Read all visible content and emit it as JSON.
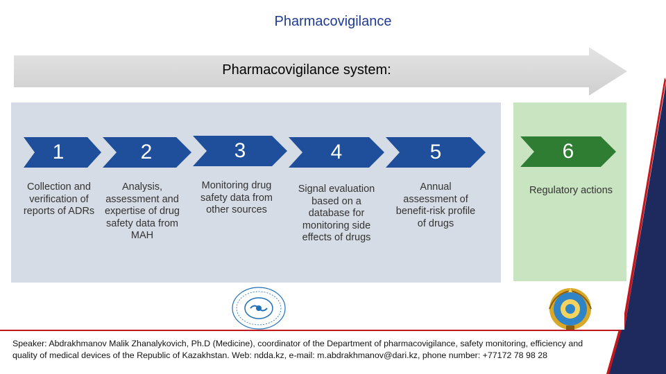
{
  "slide": {
    "title": "Pharmacovigilance",
    "system_label": "Pharmacovigilance system:"
  },
  "steps": [
    {
      "number": "1",
      "text": "Collection and verification of reports of ADRs"
    },
    {
      "number": "2",
      "text": "Analysis, assessment and expertise of drug safety data from MAH"
    },
    {
      "number": "3",
      "text": "Monitoring drug safety data from other sources"
    },
    {
      "number": "4",
      "text": "Signal evaluation based on a database for monitoring side effects of drugs"
    },
    {
      "number": "5",
      "text": "Annual assessment of benefit-risk profile of drugs"
    },
    {
      "number": "6",
      "text": "Regulatory actions"
    }
  ],
  "footer": {
    "speaker": "Speaker: Abdrakhmanov Malik Zhanalykovich, Ph.D (Medicine), coordinator of the Department of pharmacovigilance, safety monitoring, efficiency and quality of medical devices of the Republic of Kazakhstan. Web: ndda.kz, e-mail: m.abdrakhmanov@dari.kz, phone number: +77172 78 98 28"
  },
  "colors": {
    "title": "#1f3a93",
    "chevron_blue": "#1f4e9a",
    "chevron_green": "#2e7d32",
    "panel_blue": "#d6dce5",
    "panel_green": "#c9e4c1",
    "footer_navy": "#1e2a5e",
    "footer_red": "#c0181e"
  }
}
